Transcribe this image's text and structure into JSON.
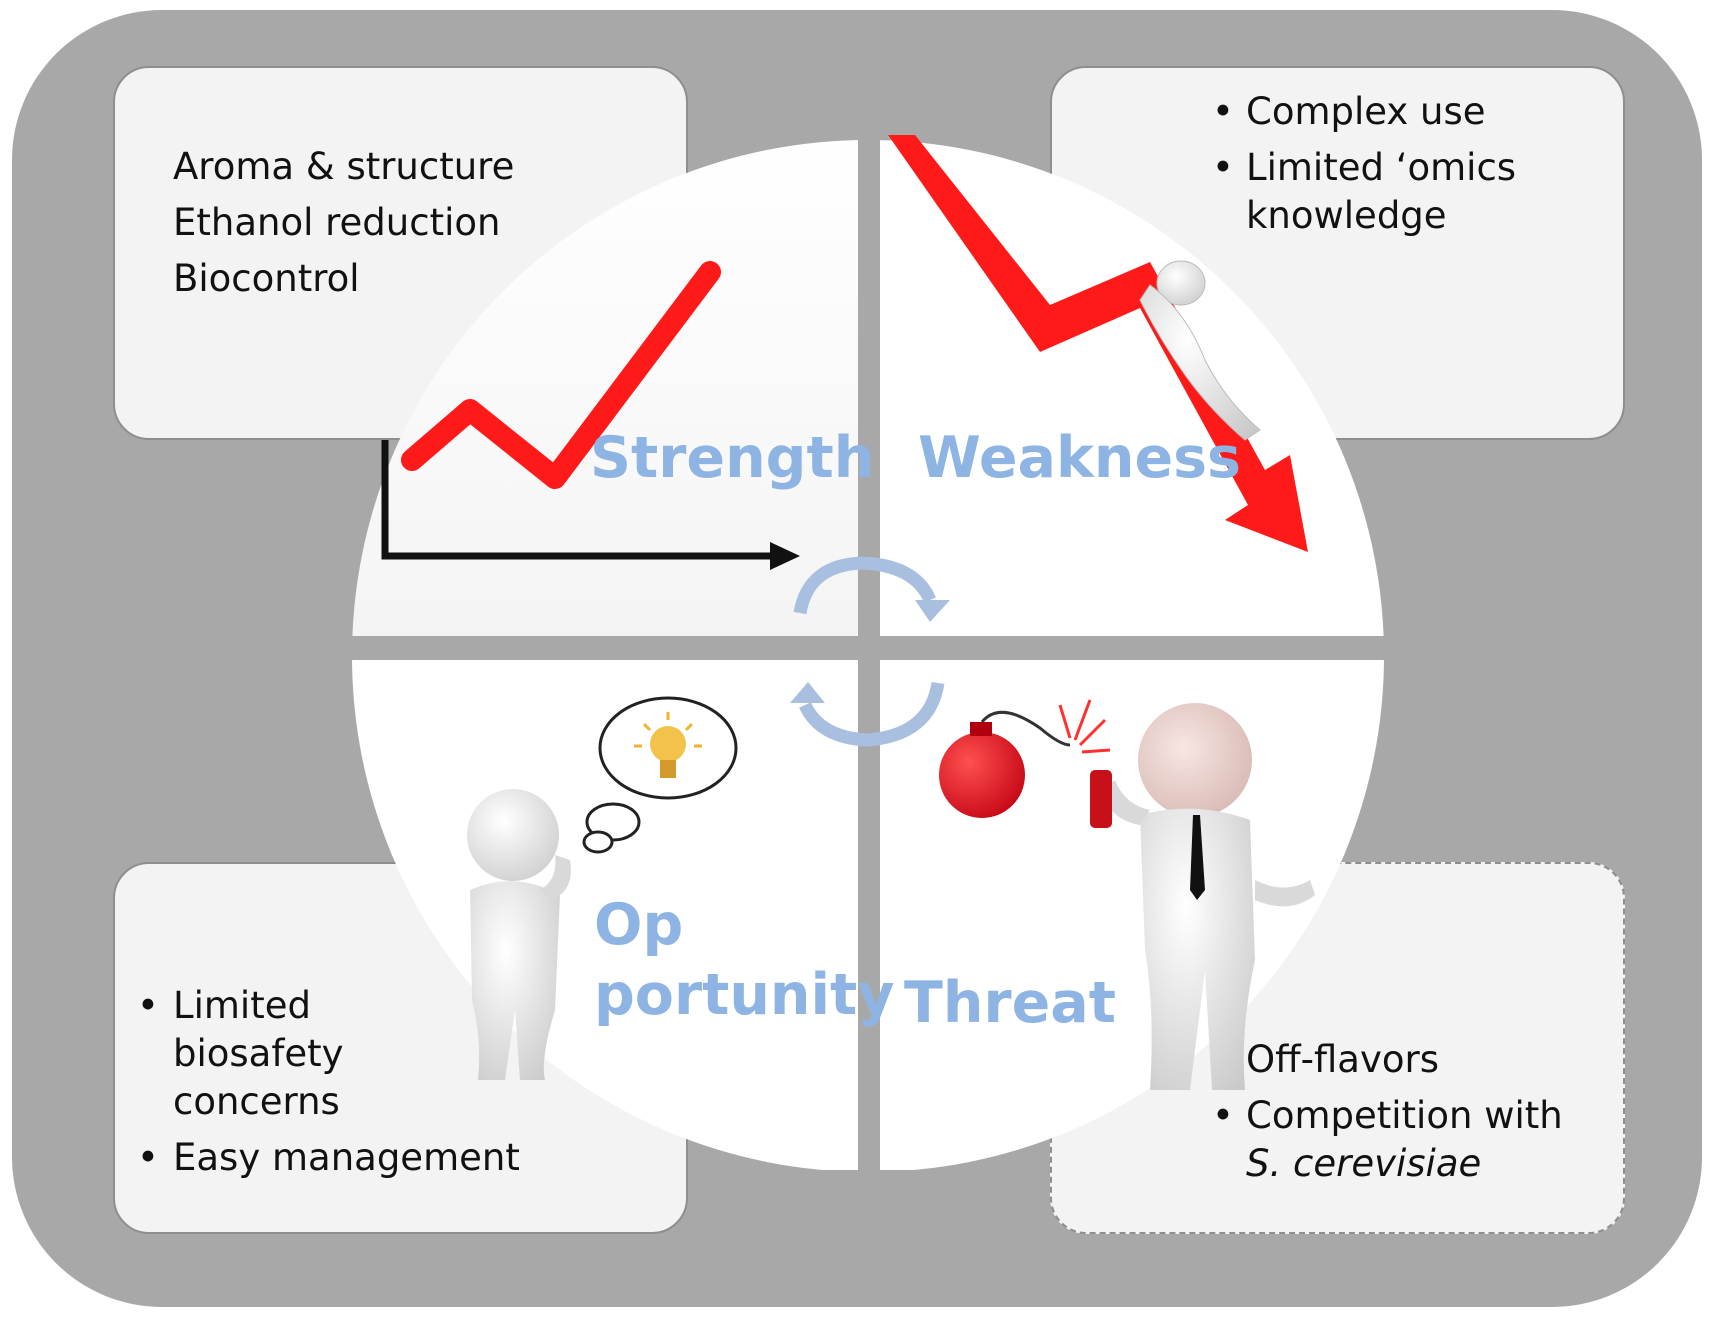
{
  "colors": {
    "frame": "#a8a8a8",
    "box_fill": "#f3f3f3",
    "quadrant_label": "#8eb4e3",
    "trend_red": "#ff1a1a",
    "bomb_red": "#e0101a",
    "cycle_arrow": "#a9bfe0"
  },
  "quadrants": {
    "strength": {
      "label": "Strength",
      "items": [
        "Aroma & structure",
        "Ethanol reduction",
        "Biocontrol"
      ]
    },
    "weakness": {
      "label": "Weakness",
      "items": [
        "Complex use",
        "Limited ‘omics knowledge"
      ]
    },
    "opportunity": {
      "label_line1": "Op",
      "label_line2": "portunity",
      "items": [
        "Limited biosafety concerns",
        "Easy management"
      ]
    },
    "threat": {
      "label": "Threat",
      "items": [
        "Off-flavors",
        "Competition with"
      ],
      "italic_item": "S. cerevisiae"
    }
  },
  "icons": {
    "strength": "rising-trend-chart-icon",
    "weakness": "falling-arrow-with-figure-icon",
    "opportunity": "thinking-figure-lightbulb-icon",
    "threat": "figure-lighting-bomb-icon",
    "center": "cycle-arrows-icon"
  }
}
